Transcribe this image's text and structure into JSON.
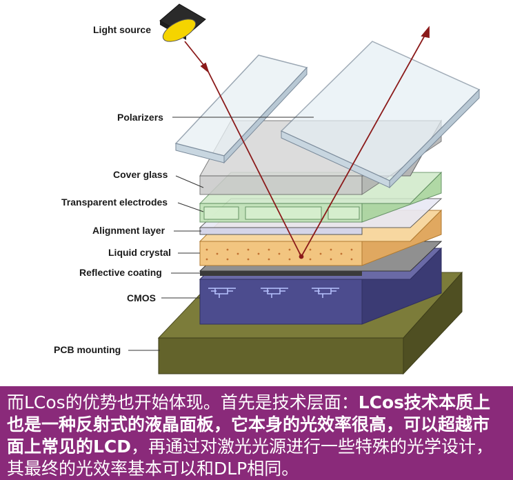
{
  "diagram": {
    "labels": {
      "light_source": "Light source",
      "polarizers": "Polarizers",
      "cover_glass": "Cover glass",
      "transparent_electrodes": "Transparent electrodes",
      "alignment_layer": "Alignment layer",
      "liquid_crystal": "Liquid crystal",
      "reflective_coating": "Reflective coating",
      "cmos": "CMOS",
      "pcb_mounting": "PCB mounting"
    },
    "colors": {
      "caption_bg": "#8a2a7a",
      "light_beam": "#8b1a1a",
      "pcb": "#6b6b2e",
      "cmos": "#4b4b8c",
      "liquid_crystal": "#f0c080",
      "electrodes": "#b8e0b0",
      "lens": "#f5d400"
    }
  },
  "caption": {
    "part1": "而LCos的优势也开始体现。首先是技术层面：",
    "part2_bold": "LCos技术本质上也是一种反射式的液晶面板，它本身的光效率很高，可以超越市面上常见的LCD",
    "part3": "，再通过对激光光源进行一些特殊的光学设计，其最终的光效率基本可以和DLP相同。"
  }
}
